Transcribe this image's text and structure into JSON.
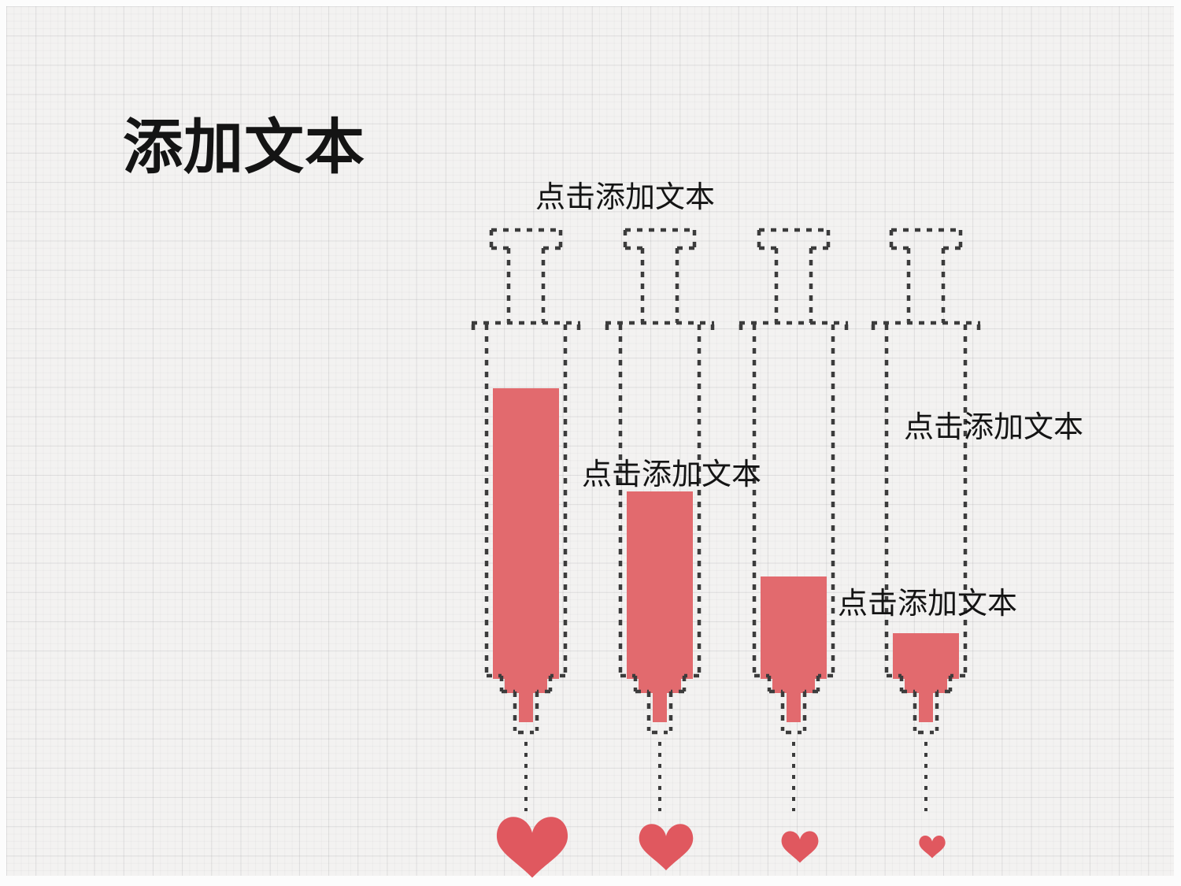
{
  "slide": {
    "title": "添加文本"
  },
  "theme": {
    "bg-base": "#f3f2f1",
    "frame": "#fcfcfc",
    "accent-fill": "#e26a6e",
    "heart-red": "#e0585f",
    "dash-color": "#3c3c3c",
    "text-color": "#141414"
  },
  "syringes": [
    {
      "label": "点击添加文本",
      "fill_percent": 0.82,
      "heart_scale": 1.0
    },
    {
      "label": "点击添加文本",
      "fill_percent": 0.53,
      "heart_scale": 0.76
    },
    {
      "label": "点击添加文本",
      "fill_percent": 0.29,
      "heart_scale": 0.52
    },
    {
      "label": "点击添加文本",
      "fill_percent": 0.13,
      "heart_scale": 0.37
    }
  ]
}
